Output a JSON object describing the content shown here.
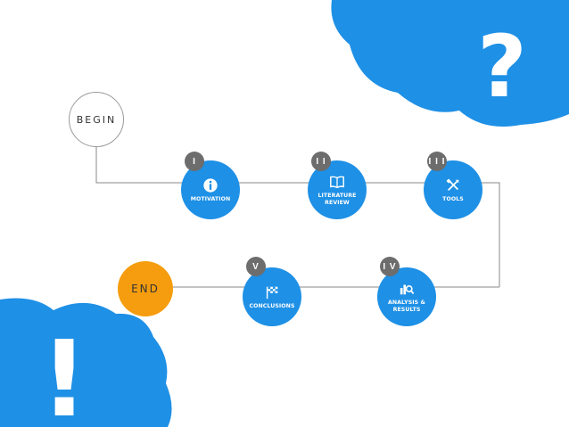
{
  "colors": {
    "accent_blue": "#1e90e6",
    "badge_gray": "#6d6d6d",
    "end_orange": "#f59d0e",
    "connector_gray": "#8a8a8a"
  },
  "start_node": {
    "label": "BEGIN"
  },
  "end_node": {
    "label": "END"
  },
  "steps": [
    {
      "numeral": "I",
      "label": "MOTIVATION",
      "icon": "info-icon"
    },
    {
      "numeral": "I I",
      "label": "LITERATURE REVIEW",
      "icon": "book-icon"
    },
    {
      "numeral": "I I I",
      "label": "TOOLS",
      "icon": "tools-icon"
    },
    {
      "numeral": "I V",
      "label": "ANALYSIS & RESULTS",
      "icon": "analysis-icon"
    },
    {
      "numeral": "V",
      "label": "CONCLUSIONS",
      "icon": "checkered-flag-icon"
    }
  ],
  "decorations": {
    "top_cloud_symbol": "?",
    "bottom_cloud_symbol": "!"
  }
}
